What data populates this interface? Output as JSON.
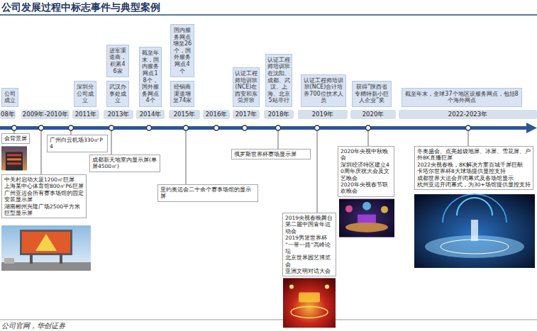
{
  "diagram": {
    "title": "公司发展过程中标志事件与典型案例",
    "caption": "公司官网，华创证券",
    "nodes": [
      {
        "text": [
          "公司成立"
        ]
      },
      {
        "text": [
          "深圳分公司成立"
        ]
      },
      {
        "text": [
          "进军渠道商，积累46家"
        ]
      },
      {
        "text": [
          "武汉办事处成立"
        ]
      },
      {
        "text": [
          "截至年末，国内服务网点18个，国外服务网点4个"
        ]
      },
      {
        "text": [
          "国内服务网点增至26个，国外服务网点4个"
        ]
      },
      {
        "text": [
          "经销商渠道增至74家"
        ]
      },
      {
        "text": [
          "认证工程师培训班(NCE)在西安和东莞开班"
        ]
      },
      {
        "text": [
          "认证工程师培训班在沈阳、成都、武汉、上海、北京5站举行"
        ]
      },
      {
        "text": [
          "认证工程师培训班(NCE)合计培养700位技术人员"
        ]
      },
      {
        "text": [
          "获得“陕西省专精特新小巨人企业”奖"
        ]
      },
      {
        "text": [
          "截至年末，全球37个地区设服务网点，包括8个海外网点"
        ]
      },
      {
        "text": [
          "08年"
        ]
      },
      {
        "text": [
          "2009年-2010年"
        ]
      },
      {
        "text": [
          "2011年"
        ]
      },
      {
        "text": [
          "2013年"
        ]
      },
      {
        "text": [
          "2014年"
        ]
      },
      {
        "text": [
          "2015年"
        ]
      },
      {
        "text": [
          "2016年"
        ]
      },
      {
        "text": [
          "2017年"
        ]
      },
      {
        "text": [
          "2018年"
        ]
      },
      {
        "text": [
          "2019年"
        ]
      },
      {
        "text": [
          "2020年"
        ]
      },
      {
        "text": [
          "2022-2023年"
        ]
      },
      {
        "text": [
          "会背景屏"
        ]
      },
      {
        "text": [
          "中关村启动大厦1200㎡巨屏",
          "上海某中心体育馆800㎡P6巨屏",
          "广州亚运会所有赛事场馆的固定安装显示屏",
          "湖南郴州兴隆广场2500平方米巨型显示屏"
        ]
      },
      {
        "text": [
          "广州白云机场330㎡P4"
        ]
      },
      {
        "text": [
          "成都新天地室内显示屏(单屏4500㎡)"
        ]
      },
      {
        "text": [
          "里约奥运会二十余个赛事场馆的显示屏"
        ]
      },
      {
        "text": [
          "俄罗斯世界杯赛场显示屏"
        ]
      },
      {
        "text": [
          "2019央视春晚舞台",
          "第二届中国青年运动会",
          "2019男篮世界杯",
          "“一带一路”高峰论坛",
          "北京世界园艺博览会",
          "亚洲文明对话大会"
        ]
      },
      {
        "text": [
          "2020年央视中秋晚会",
          "深圳经济特区建立40周年庆祝大会及文艺晚会",
          "2020年央视春节联欢晚会"
        ]
      },
      {
        "text": [
          "冬奥盛会、点亮超级地屏、冰屏、雪花屏、户外8K直播巨屏",
          "2022央视春晚，8K解决方案百城千屏巨献",
          "卡塔尔世界杯8大球场提供显控支持",
          "成都世界大运会开闭幕式及各场馆显示",
          "杭州亚运开闭幕式，为30+场馆提供显控支持"
        ]
      }
    ]
  }
}
